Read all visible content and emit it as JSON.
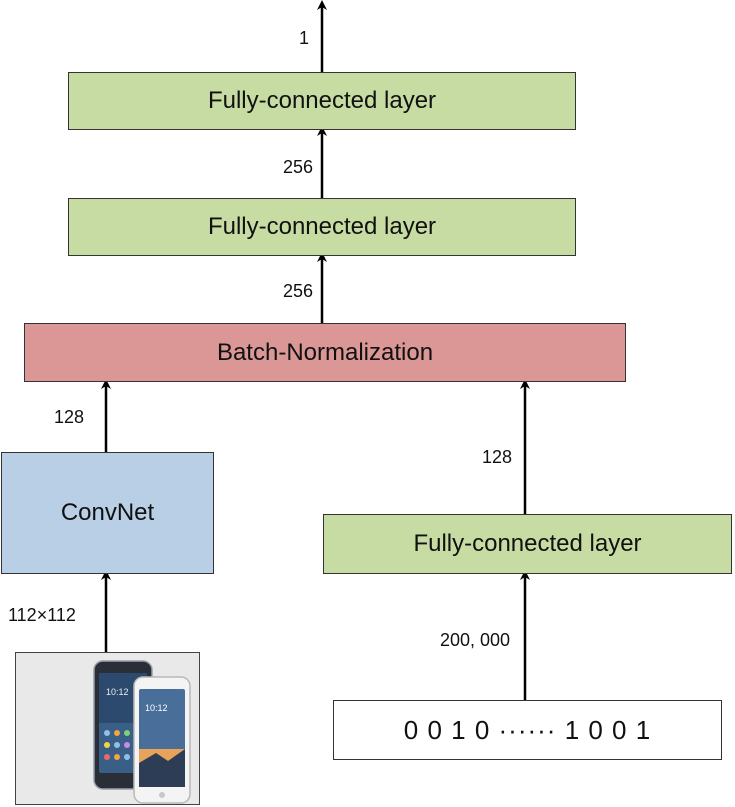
{
  "nodes": {
    "fc_top": "Fully-connected layer",
    "fc_mid": "Fully-connected layer",
    "batch_norm": "Batch-Normalization",
    "convnet": "ConvNet",
    "fc_right": "Fully-connected layer",
    "bit_vector": "0  0  1  0 ······ 1  0  0  1"
  },
  "edges": {
    "output": "1",
    "fc_mid_to_fc_top": "256",
    "bn_to_fc_mid": "256",
    "convnet_to_bn": "128",
    "fc_right_to_bn": "128",
    "image_to_convnet": "112×112",
    "bits_to_fc_right": "200, 000"
  },
  "colors": {
    "fc": "#c6dca2",
    "batch_norm": "#db9796",
    "convnet": "#b8cfe6"
  },
  "input_image": "phone-image"
}
